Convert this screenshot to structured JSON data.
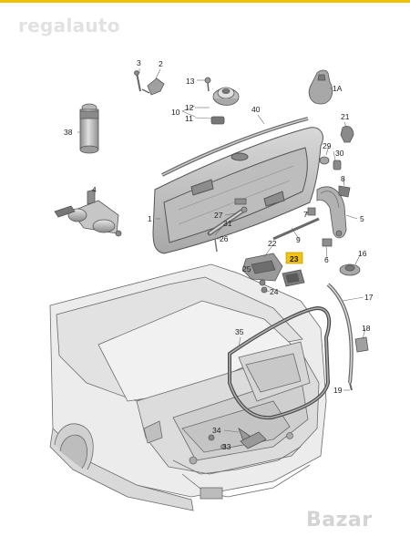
{
  "watermark": {
    "top": "regalauto",
    "bottom": "Bazar"
  },
  "colors": {
    "accent_rule": "#f2c200",
    "highlight_box": "#f5c400",
    "part_fill": "#c9c9c9",
    "part_dark": "#9d9d9d",
    "body_fill": "#e6e6e6",
    "line": "#5a5a5a"
  },
  "callouts": [
    {
      "id": "c-3",
      "label": "3"
    },
    {
      "id": "c-2",
      "label": "2"
    },
    {
      "id": "c-13",
      "label": "13"
    },
    {
      "id": "c-12",
      "label": "12"
    },
    {
      "id": "c-10",
      "label": "10"
    },
    {
      "id": "c-11",
      "label": "11"
    },
    {
      "id": "c-40",
      "label": "40"
    },
    {
      "id": "c-1A",
      "label": "1A"
    },
    {
      "id": "c-38",
      "label": "38"
    },
    {
      "id": "c-21",
      "label": "21"
    },
    {
      "id": "c-29",
      "label": "29"
    },
    {
      "id": "c-30",
      "label": "30"
    },
    {
      "id": "c-8",
      "label": "8"
    },
    {
      "id": "c-4",
      "label": "4"
    },
    {
      "id": "c-1",
      "label": "1"
    },
    {
      "id": "c-27",
      "label": "27"
    },
    {
      "id": "c-31",
      "label": "31"
    },
    {
      "id": "c-26",
      "label": "26"
    },
    {
      "id": "c-7",
      "label": "7"
    },
    {
      "id": "c-5",
      "label": "5"
    },
    {
      "id": "c-9",
      "label": "9"
    },
    {
      "id": "c-22",
      "label": "22"
    },
    {
      "id": "c-23",
      "label": "23"
    },
    {
      "id": "c-6",
      "label": "6"
    },
    {
      "id": "c-16",
      "label": "16"
    },
    {
      "id": "c-25",
      "label": "25"
    },
    {
      "id": "c-24",
      "label": "24"
    },
    {
      "id": "c-17",
      "label": "17"
    },
    {
      "id": "c-35",
      "label": "35"
    },
    {
      "id": "c-18",
      "label": "18"
    },
    {
      "id": "c-19",
      "label": "19"
    },
    {
      "id": "c-34",
      "label": "34"
    },
    {
      "id": "c-33",
      "label": "33"
    }
  ]
}
